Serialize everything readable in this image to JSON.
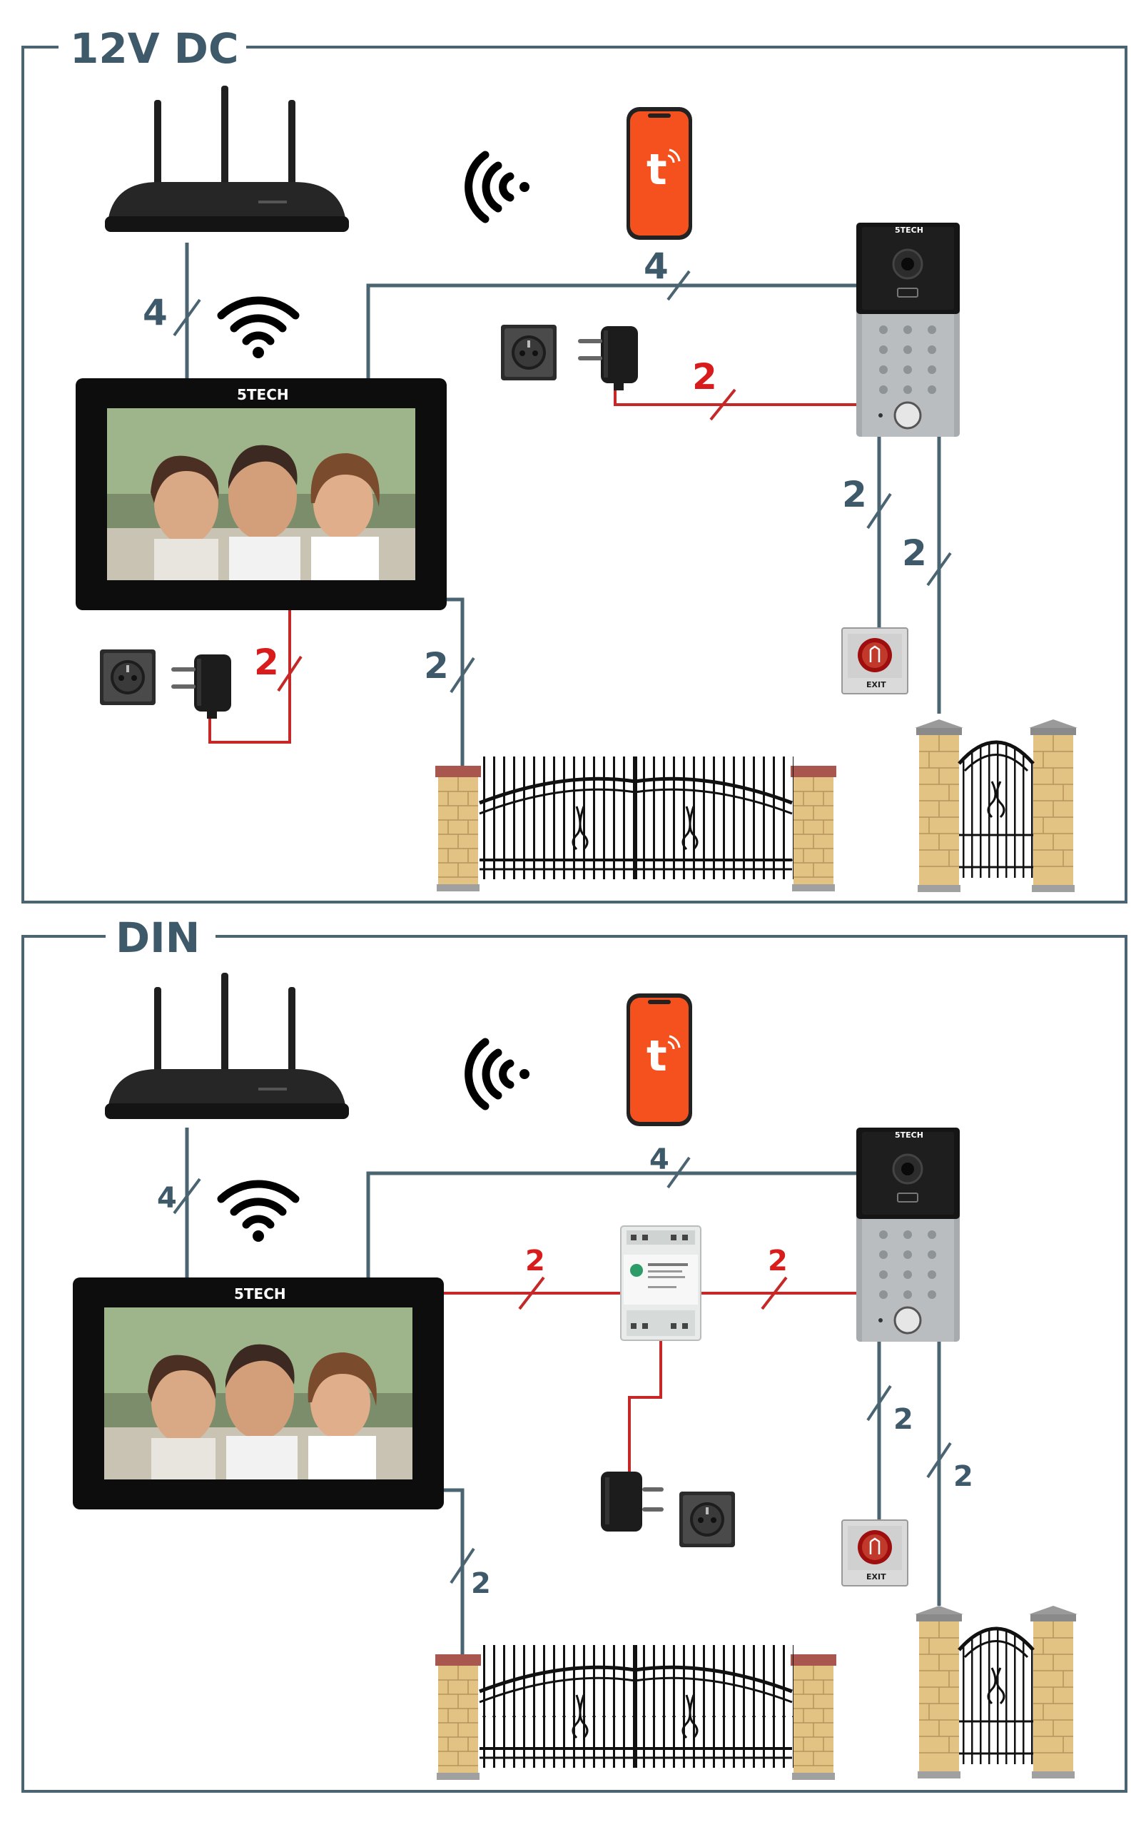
{
  "panels": [
    {
      "title": "12V DC",
      "wire_labels": {
        "router_monitor": "4",
        "monitor_doorstation": "4",
        "doorstation_psu": "2",
        "monitor_psu": "2",
        "monitor_gate": "2",
        "doorstation_exit": "2",
        "doorstation_wicket": "2"
      },
      "monitor_brand": "5TECH",
      "doorstation_brand": "5TECH",
      "exit_label": "EXIT"
    },
    {
      "title": "DIN",
      "wire_labels": {
        "router_monitor": "4",
        "monitor_doorstation": "4",
        "monitor_din": "2",
        "din_doorstation": "2",
        "doorstation_exit": "2",
        "doorstation_wicket": "2",
        "monitor_gate": "2"
      },
      "monitor_brand": "5TECH",
      "doorstation_brand": "5TECH",
      "exit_label": "EXIT"
    }
  ],
  "colors": {
    "frame": "#4a6472",
    "cable": "#4a6472",
    "power_cable": "#c62828",
    "power_label": "#d81b1b",
    "label": "#3e5a6a",
    "app": "#f4511e"
  },
  "icons": [
    "router-icon",
    "wifi-icon",
    "smartphone-app-icon",
    "wall-socket-icon",
    "power-adapter-icon",
    "din-power-supply-icon",
    "exit-button-icon",
    "gate-icon",
    "wicket-gate-icon",
    "door-station-icon",
    "monitor-icon"
  ]
}
